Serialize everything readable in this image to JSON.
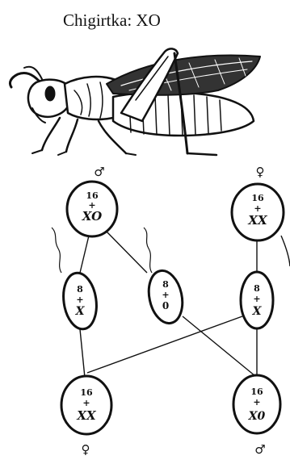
{
  "title": "Chigirtka: XO",
  "parents": {
    "male": {
      "symbol": "♂",
      "line1": "16",
      "line2": "+",
      "line3": "XO"
    },
    "female": {
      "symbol": "♀",
      "line1": "16",
      "line2": "+",
      "line3": "XX"
    }
  },
  "gametes": {
    "male_x": {
      "line1": "8",
      "line2": "+",
      "line3": "X"
    },
    "male_o": {
      "line1": "8",
      "line2": "+",
      "line3": "0"
    },
    "female_x": {
      "line1": "8",
      "line2": "+",
      "line3": "X"
    }
  },
  "offspring": {
    "female": {
      "symbol": "♀",
      "line1": "16",
      "line2": "+",
      "line3": "XX"
    },
    "male": {
      "symbol": "♂",
      "line1": "16",
      "line2": "+",
      "line3": "X0"
    }
  }
}
